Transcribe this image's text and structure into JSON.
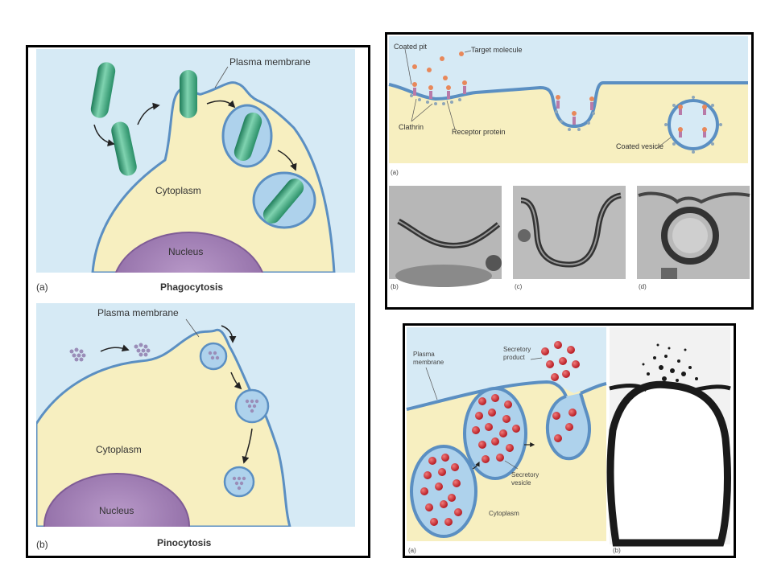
{
  "phagocytosis": {
    "plasma_membrane": "Plasma membrane",
    "cytoplasm": "Cytoplasm",
    "nucleus": "Nucleus",
    "panel_letter": "(a)",
    "title": "Phagocytosis"
  },
  "pinocytosis": {
    "plasma_membrane": "Plasma membrane",
    "cytoplasm": "Cytoplasm",
    "nucleus": "Nucleus",
    "panel_letter": "(b)",
    "title": "Pinocytosis"
  },
  "endocytosis": {
    "coated_pit": "Coated pit",
    "target_molecule": "Target molecule",
    "clathrin": "Clathrin",
    "receptor_protein": "Receptor protein",
    "coated_vesicle": "Coated vesicle",
    "panel_a": "(a)",
    "panel_b": "(b)",
    "panel_c": "(c)",
    "panel_d": "(d)"
  },
  "exocytosis": {
    "plasma_line1": "Plasma",
    "plasma_line2": "membrane",
    "secretory_line1": "Secretory",
    "secretory_line2": "product",
    "vesicle_line1": "Secretory",
    "vesicle_line2": "vesicle",
    "cytoplasm": "Cytoplasm",
    "panel_a": "(a)",
    "panel_b": "(b)"
  },
  "colors": {
    "extracellular": "#d6eaf5",
    "cytoplasm": "#f7efc0",
    "membrane": "#5b8fc2",
    "nucleus": "#a583b8",
    "bacterium": "#4fb48c",
    "secretory": "#c9242c"
  }
}
